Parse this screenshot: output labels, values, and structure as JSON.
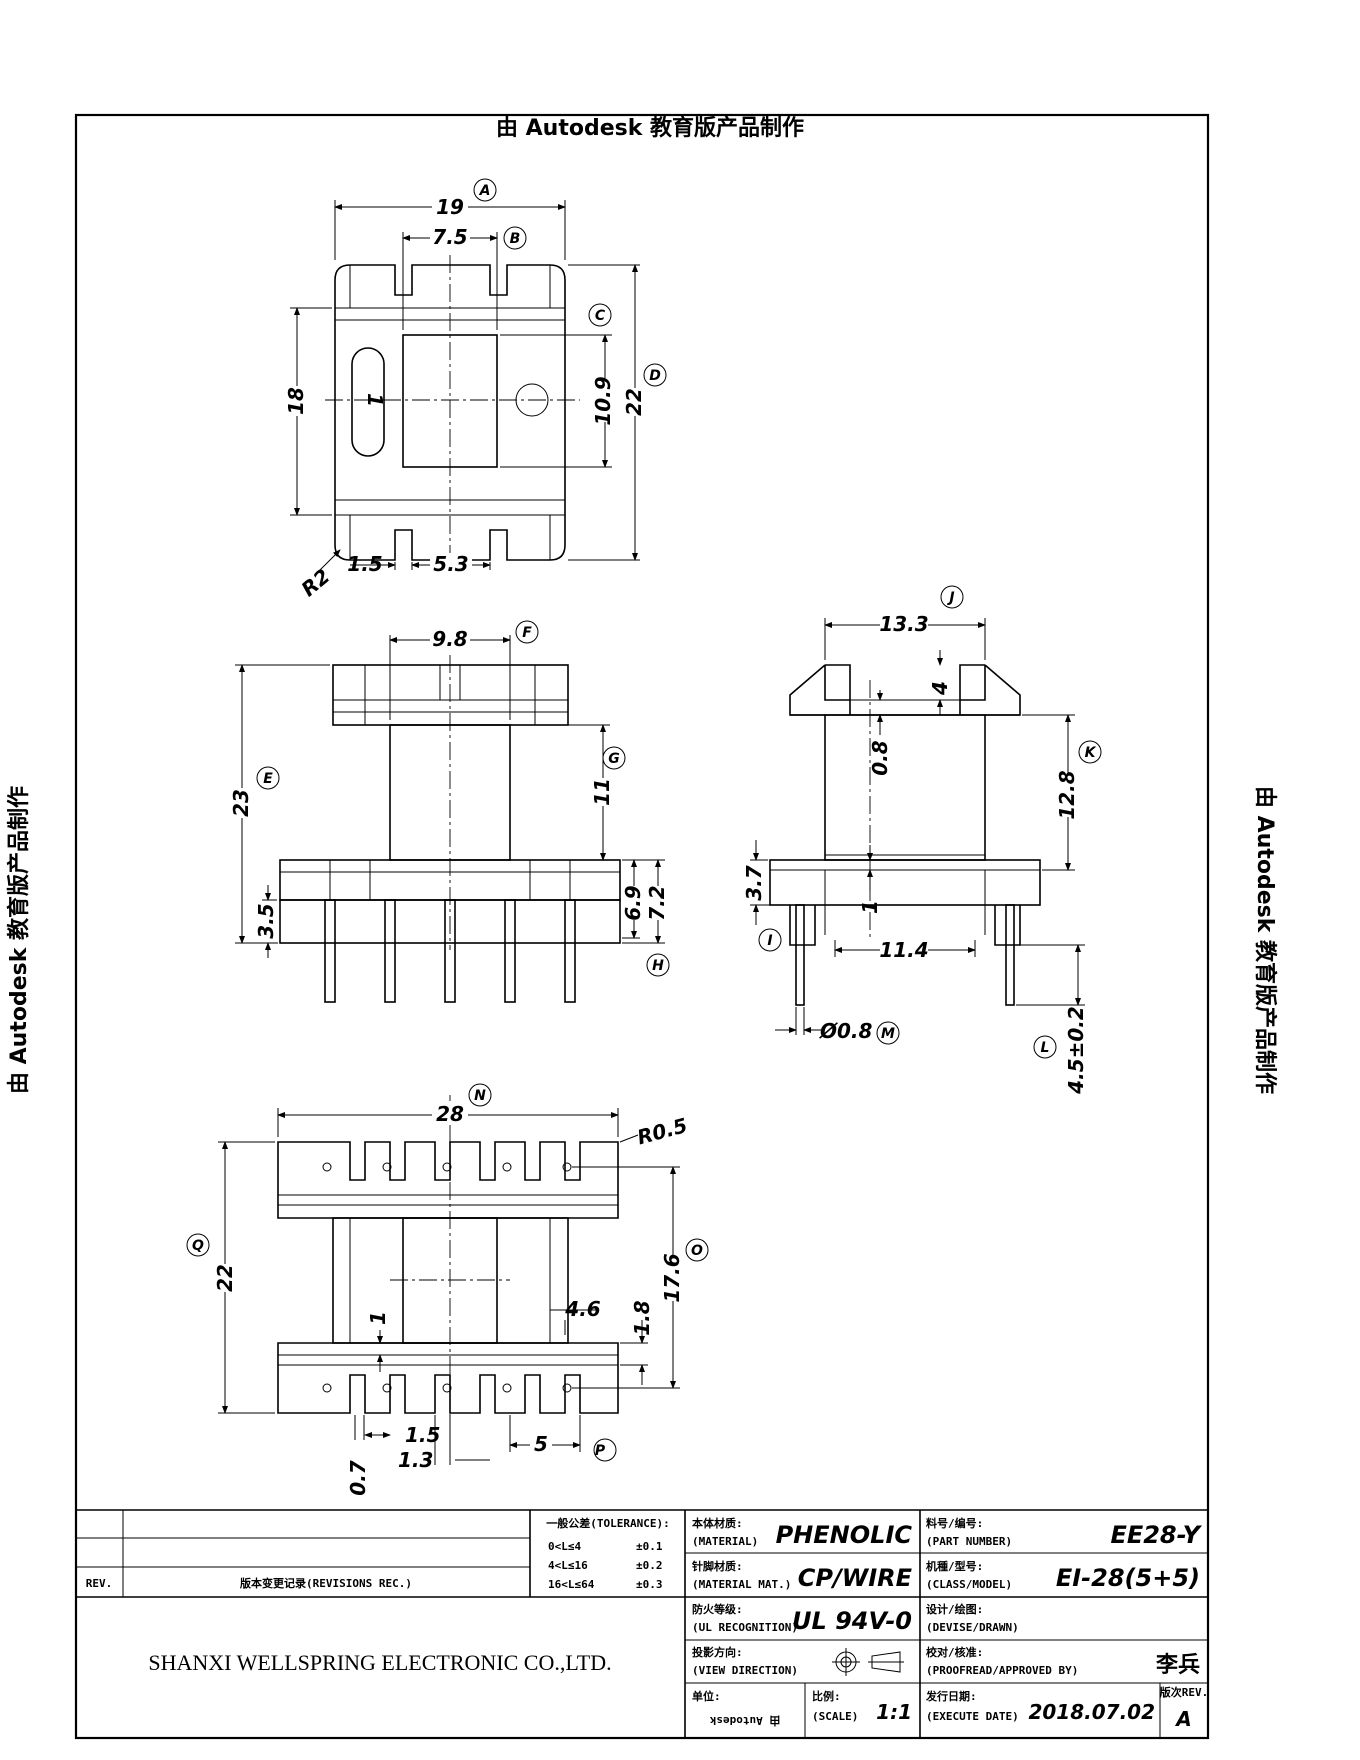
{
  "watermark": "由 Autodesk 教育版产品制作",
  "view_top": {
    "dims": {
      "A": "19",
      "B": "7.5",
      "C": "10.9",
      "D": "22",
      "h18": "18",
      "r2": "R2",
      "d15": "1.5",
      "d53": "5.3"
    },
    "pin_mark": "1"
  },
  "view_front": {
    "dims": {
      "F": "9.8",
      "E": "23",
      "G": "11",
      "d35": "3.5",
      "d69": "6.9",
      "H": "7.2"
    }
  },
  "view_side": {
    "dims": {
      "J": "13.3",
      "d4": "4",
      "d08": "0.8",
      "K": "12.8",
      "d37": "3.7",
      "d1": "1",
      "d114": "11.4",
      "M": "Ø0.8",
      "L": "4.5±0.2"
    }
  },
  "view_bottom": {
    "dims": {
      "N": "28",
      "r05": "R0.5",
      "O": "17.6",
      "Q": "22",
      "d46": "4.6",
      "d18": "1.8",
      "d1": "1",
      "d15": "1.5",
      "d07": "0.7",
      "d13": "1.3",
      "P": "5"
    }
  },
  "tags": [
    "A",
    "B",
    "C",
    "D",
    "E",
    "F",
    "G",
    "H",
    "I",
    "J",
    "K",
    "L",
    "M",
    "N",
    "O",
    "P",
    "Q"
  ],
  "title_block": {
    "rev_label": "REV.",
    "revisions_label": "版本变更记录(REVISIONS REC.)",
    "tolerance_header": "一般公差(TOLERANCE):",
    "tolerances": [
      {
        "range": "0<L≤4",
        "value": "±0.1"
      },
      {
        "range": "4<L≤16",
        "value": "±0.2"
      },
      {
        "range": "16<L≤64",
        "value": "±0.3"
      }
    ],
    "company": "SHANXI WELLSPRING ELECTRONIC CO.,LTD.",
    "material_cn": "本体材质:",
    "material_en": "(MATERIAL)",
    "material_value": "PHENOLIC",
    "wire_cn": "针脚材质:",
    "wire_en": "(MATERIAL MAT.)",
    "wire_value": "CP/WIRE",
    "ul_cn": "防火等级:",
    "ul_en": "(UL RECOGNITION)",
    "ul_value": "UL 94V-0",
    "view_cn": "投影方向:",
    "view_en": "(VIEW DIRECTION)",
    "unit_cn": "单位:",
    "scale_cn": "比例:",
    "scale_en": "(SCALE)",
    "scale_value": "1:1",
    "unit_overlay": "由 Autodesk",
    "part_cn": "料号/编号:",
    "part_en": "(PART NUMBER)",
    "part_value": "EE28-Y",
    "class_cn": "机種/型号:",
    "class_en": "(CLASS/MODEL)",
    "class_value": "EI-28(5+5)",
    "drawn_cn": "设计/绘图:",
    "drawn_en": "(DEVISE/DRAWN)",
    "approved_cn": "校对/核准:",
    "approved_en": "(PROOFREAD/APPROVED BY)",
    "approved_value": "李兵",
    "date_cn": "发行日期:",
    "date_en": "(EXECUTE DATE)",
    "date_value": "2018.07.02",
    "rev_cn": "版次REV.",
    "rev_value": "A"
  }
}
